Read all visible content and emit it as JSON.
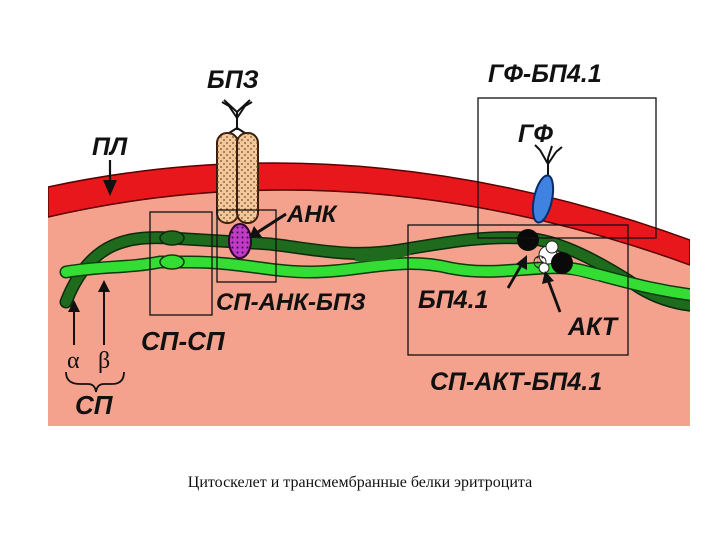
{
  "labels": {
    "bp3": "БПЗ",
    "pl": "ПЛ",
    "gf_bp41": "ГФ-БП4.1",
    "gf": "ГФ",
    "ank": "АНК",
    "sp_ank_bp3": "СП-АНК-БПЗ",
    "sp_sp": "СП-СП",
    "bp41": "БП4.1",
    "akt": "АКТ",
    "sp_akt_bp41": "СП-АКТ-БП4.1",
    "alpha": "α",
    "beta": "β",
    "sp": "СП"
  },
  "caption": "Цитоскелет и трансмембранные белки эритроцита",
  "colors": {
    "membrane": "#e8171c",
    "cytoplasm": "#f4a28e",
    "alpha_strand": "#1e6b1e",
    "beta_strand": "#33dd33",
    "band3": "#f2c79a",
    "ankyrin": "#c03ac8",
    "glycophorin": "#3f82e0",
    "actin": "#0a0a0a"
  }
}
